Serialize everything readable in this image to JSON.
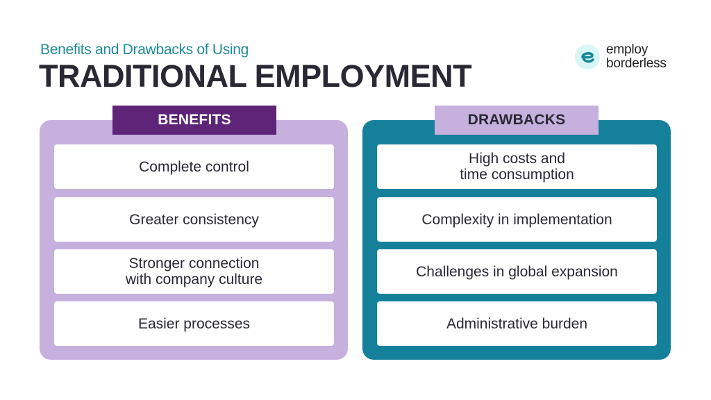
{
  "header": {
    "subtitle": "Benefits and Drawbacks of Using",
    "title": "TRADITIONAL EMPLOYMENT"
  },
  "logo": {
    "icon": "e-letter-icon",
    "line1": "employ",
    "line2": "borderless"
  },
  "colors": {
    "subtitle": "#1f8c9b",
    "title": "#2a2833",
    "benefits_panel": "#c6b0de",
    "benefits_header": "#5e2478",
    "drawbacks_panel": "#15809a",
    "drawbacks_header": "#c6b0de",
    "card": "#ffffff"
  },
  "benefits": {
    "label": "BENEFITS",
    "items": [
      "Complete control",
      "Greater consistency",
      "Stronger connection\nwith company culture",
      "Easier processes"
    ]
  },
  "drawbacks": {
    "label": "DRAWBACKS",
    "items": [
      "High costs and\ntime consumption",
      "Complexity in implementation",
      "Challenges in global expansion",
      "Administrative burden"
    ]
  }
}
